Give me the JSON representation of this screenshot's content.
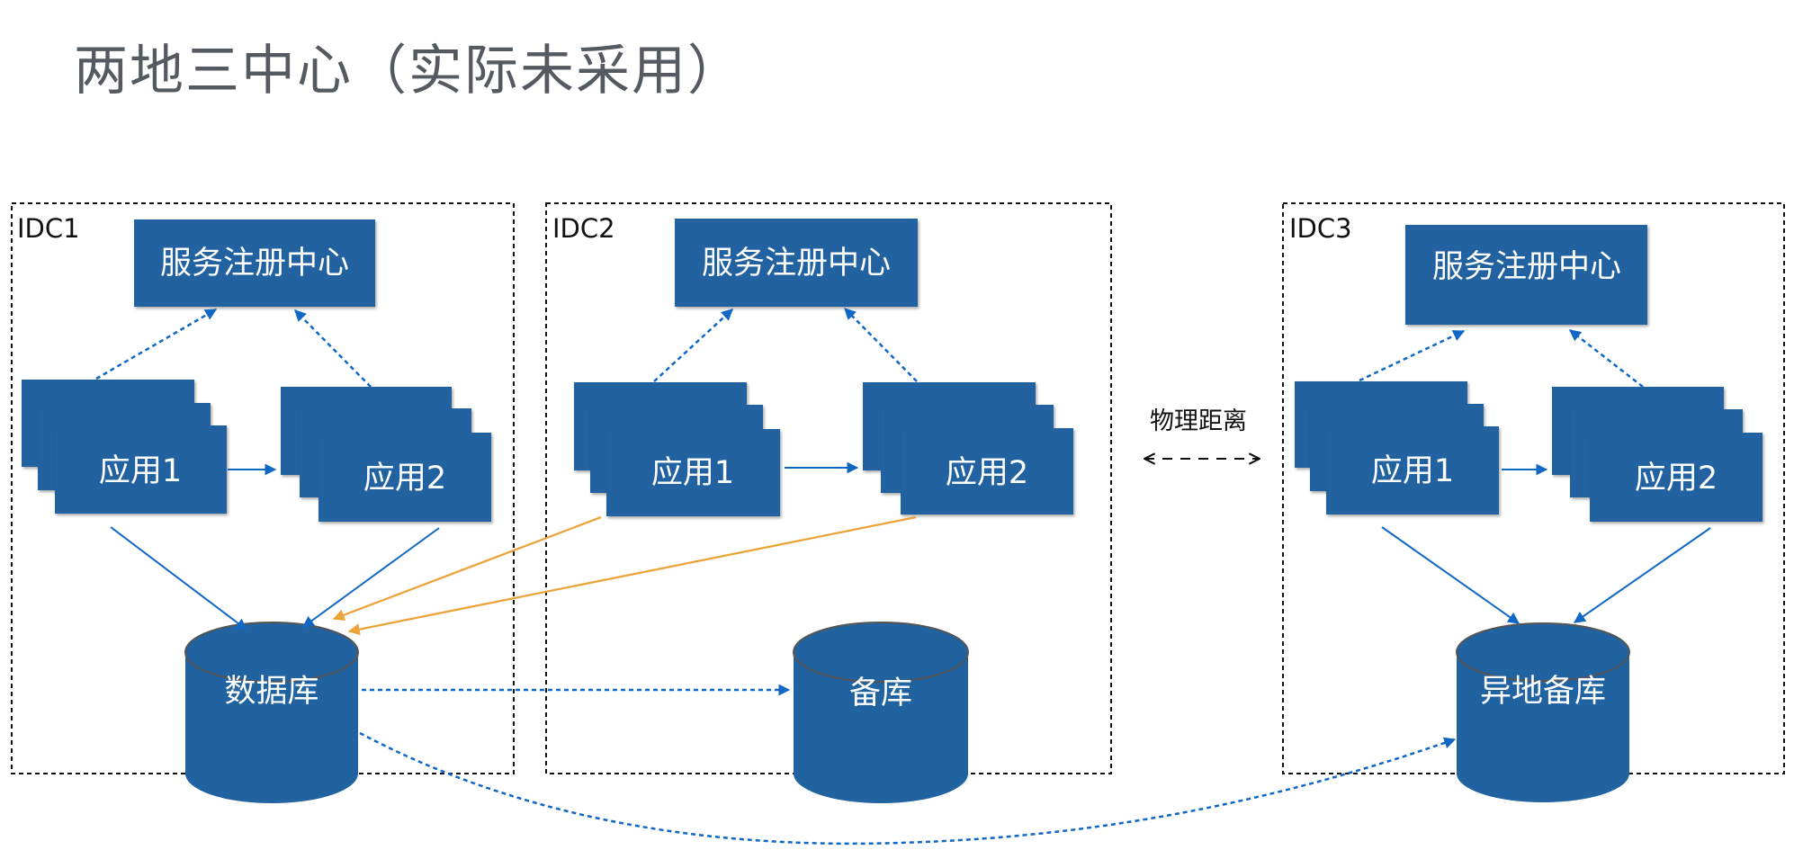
{
  "title": "两地三中心（实际未采用）",
  "colors": {
    "box_fill": "#2162a0",
    "solid_arrow": "#1068c4",
    "dotted_arrow": "#1068c4",
    "cross_idc_arrow": "#eba43a",
    "border": "#111111",
    "title_text": "#555a60"
  },
  "datacenters": [
    {
      "id": "idc1",
      "label": "IDC1",
      "registry": "服务注册中心",
      "app1": "应用1",
      "app2": "应用2",
      "database": "数据库"
    },
    {
      "id": "idc2",
      "label": "IDC2",
      "registry": "服务注册中心",
      "app1": "应用1",
      "app2": "应用2",
      "database": "备库"
    },
    {
      "id": "idc3",
      "label": "IDC3",
      "registry": "服务注册中心",
      "app1": "应用1",
      "app2": "应用2",
      "database": "异地备库"
    }
  ],
  "distance_label": "物理距离",
  "connections": [
    {
      "from": "idc1.app1",
      "to": "idc1.registry",
      "style": "dotted"
    },
    {
      "from": "idc1.app2",
      "to": "idc1.registry",
      "style": "dotted"
    },
    {
      "from": "idc1.app1",
      "to": "idc1.app2",
      "style": "solid"
    },
    {
      "from": "idc1.app1",
      "to": "idc1.database",
      "style": "solid"
    },
    {
      "from": "idc1.app2",
      "to": "idc1.database",
      "style": "solid"
    },
    {
      "from": "idc2.app1",
      "to": "idc2.registry",
      "style": "dotted"
    },
    {
      "from": "idc2.app2",
      "to": "idc2.registry",
      "style": "dotted"
    },
    {
      "from": "idc2.app1",
      "to": "idc2.app2",
      "style": "solid"
    },
    {
      "from": "idc2.app1",
      "to": "idc1.database",
      "style": "cross-idc"
    },
    {
      "from": "idc2.app2",
      "to": "idc1.database",
      "style": "cross-idc"
    },
    {
      "from": "idc1.database",
      "to": "idc2.database",
      "style": "dotted"
    },
    {
      "from": "idc1.database",
      "to": "idc3.database",
      "style": "dotted-curve"
    },
    {
      "from": "idc3.app1",
      "to": "idc3.registry",
      "style": "dotted"
    },
    {
      "from": "idc3.app2",
      "to": "idc3.registry",
      "style": "dotted"
    },
    {
      "from": "idc3.app1",
      "to": "idc3.app2",
      "style": "solid"
    },
    {
      "from": "idc3.app1",
      "to": "idc3.database",
      "style": "solid"
    },
    {
      "from": "idc3.app2",
      "to": "idc3.database",
      "style": "solid"
    }
  ]
}
